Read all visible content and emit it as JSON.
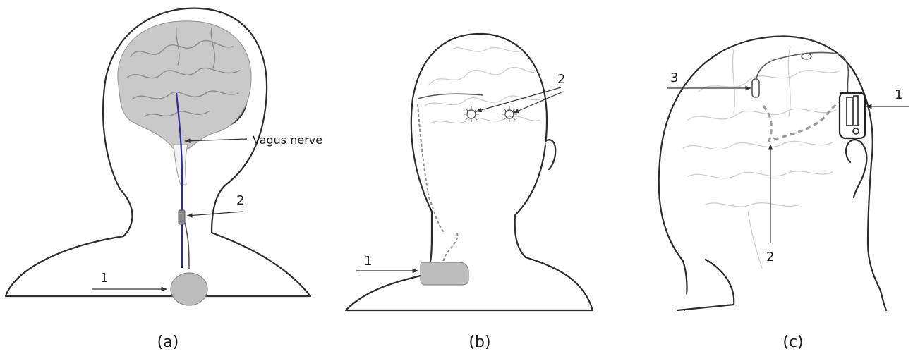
{
  "panels": [
    {
      "caption": "(a)",
      "labels": {
        "device": "1",
        "electrode": "2",
        "nerve": "Vagus nerve"
      }
    },
    {
      "caption": "(b)",
      "labels": {
        "device": "1",
        "electrode": "2"
      }
    },
    {
      "caption": "(c)",
      "labels": {
        "device": "1",
        "lead": "2",
        "electrode": "3"
      }
    }
  ],
  "colors": {
    "brain": "#c9c9c9",
    "vagus_nerve": "#2a2a9a",
    "device": "#bdbdbd"
  }
}
